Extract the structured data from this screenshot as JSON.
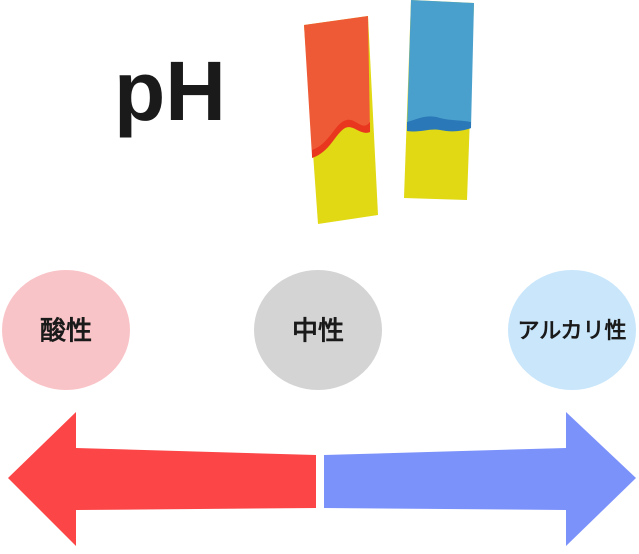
{
  "title": "pH",
  "labels": {
    "acid": "酸性",
    "neutral": "中性",
    "alkaline": "アルカリ性"
  },
  "colors": {
    "acid_circle": "#f9c4c8",
    "neutral_circle": "#d4d4d4",
    "alkaline_circle": "#c9e6fb",
    "acid_arrow": "#fb4547",
    "alkaline_arrow": "#7c92fb",
    "strip_red": "#ee5a35",
    "strip_blue": "#4aa0cc",
    "strip_yellow": "#e0d913"
  }
}
